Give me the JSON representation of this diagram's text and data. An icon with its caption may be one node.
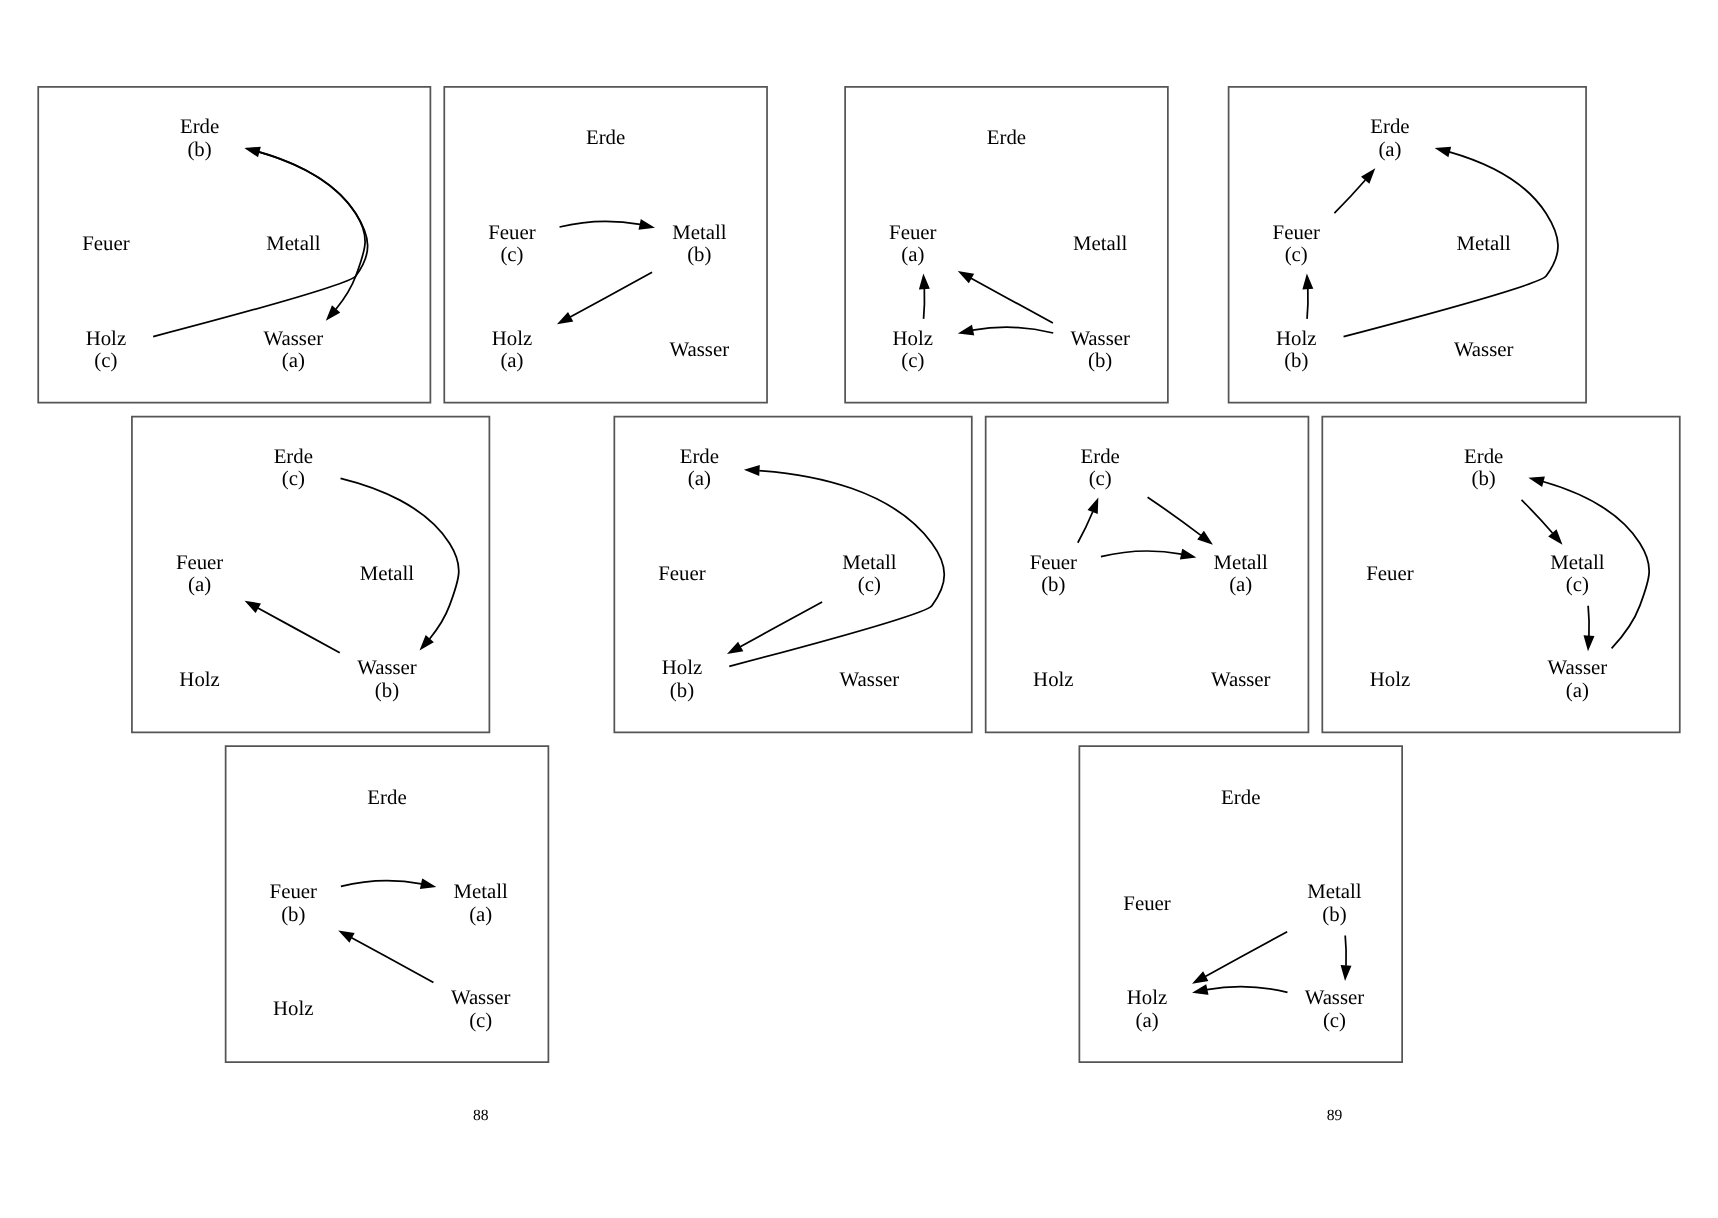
{
  "diagram": {
    "nodes": [
      {
        "text": [],
        "shape": "box"
      },
      {
        "text": [
          "Erde"
        ],
        "in": 0,
        "beside": [
          "(b)"
        ]
      },
      {
        "text": [
          "Feuer"
        ],
        "in": 0
      },
      {
        "text": [
          "Metall"
        ],
        "in": 0
      },
      {
        "text": [
          "Holz"
        ],
        "in": 0,
        "beside": [
          "(c)"
        ]
      },
      {
        "text": [
          "Wasser"
        ],
        "in": 0,
        "beside": [
          "(a)"
        ]
      },
      {
        "text": [],
        "shape": "box"
      },
      {
        "text": [
          "Erde"
        ],
        "in": 6
      },
      {
        "text": [
          "Feuer"
        ],
        "in": 6,
        "beside": [
          "(c)"
        ]
      },
      {
        "text": [
          "Metall"
        ],
        "in": 6,
        "beside": [
          "(b)"
        ]
      },
      {
        "text": [
          "Holz"
        ],
        "in": 6,
        "beside": [
          "(a)"
        ]
      },
      {
        "text": [
          "Wasser"
        ],
        "in": 6
      },
      {
        "text": [],
        "shape": "box"
      },
      {
        "text": [
          "Erde"
        ],
        "in": 12,
        "beside": [
          "(c)"
        ]
      },
      {
        "text": [
          "Feuer"
        ],
        "in": 12,
        "beside": [
          "(a)"
        ]
      },
      {
        "text": [
          "Metall"
        ],
        "in": 12
      },
      {
        "text": [
          "Holz"
        ],
        "in": 12
      },
      {
        "text": [
          "Wasser"
        ],
        "in": 12,
        "beside": [
          "(b)"
        ]
      },
      {
        "text": [],
        "shape": "box"
      },
      {
        "text": [
          "Erde"
        ],
        "in": 18,
        "beside": [
          "(a)"
        ]
      },
      {
        "text": [
          "Feuer"
        ],
        "in": 18
      },
      {
        "text": [
          "Metall"
        ],
        "in": 18,
        "beside": [
          "(c)"
        ]
      },
      {
        "text": [
          "Holz"
        ],
        "in": 18,
        "beside": [
          "(b)"
        ]
      },
      {
        "text": [
          "Wasser"
        ],
        "in": 18
      },
      {
        "text": [],
        "shape": "box"
      },
      {
        "text": [
          "Erde"
        ],
        "in": 24
      },
      {
        "text": [
          "Feuer"
        ],
        "in": 24,
        "beside": [
          "(b)"
        ]
      },
      {
        "text": [
          "Metall"
        ],
        "in": 24,
        "beside": [
          "(a)"
        ]
      },
      {
        "text": [
          "Holz"
        ],
        "in": 24
      },
      {
        "text": [
          "Wasser"
        ],
        "in": 24,
        "beside": [
          "(c)"
        ]
      },
      {
        "text": [],
        "shape": "box"
      },
      {
        "text": [
          "Erde"
        ],
        "in": 30
      },
      {
        "text": [
          "Feuer"
        ],
        "in": 30,
        "beside": [
          "(a)"
        ]
      },
      {
        "text": [
          "Metall"
        ],
        "in": 30
      },
      {
        "text": [
          "Holz"
        ],
        "in": 30,
        "beside": [
          "(c)"
        ]
      },
      {
        "text": [
          "Wasser"
        ],
        "in": 30,
        "beside": [
          "(b)"
        ]
      },
      {
        "text": [],
        "shape": "box"
      },
      {
        "text": [
          "Erde"
        ],
        "in": 36,
        "beside": [
          "(a)"
        ]
      },
      {
        "text": [
          "Feuer"
        ],
        "in": 36,
        "beside": [
          "(c)"
        ]
      },
      {
        "text": [
          "Metall"
        ],
        "in": 36
      },
      {
        "text": [
          "Holz"
        ],
        "in": 36,
        "beside": [
          "(b)"
        ]
      },
      {
        "text": [
          "Wasser"
        ],
        "in": 36
      },
      {
        "text": [],
        "shape": "box"
      },
      {
        "text": [
          "Erde"
        ],
        "in": 42,
        "beside": [
          "(c)"
        ]
      },
      {
        "text": [
          "Feuer"
        ],
        "in": 42,
        "beside": [
          "(b)"
        ]
      },
      {
        "text": [
          "Metall"
        ],
        "in": 42,
        "beside": [
          "(a)"
        ]
      },
      {
        "text": [
          "Holz"
        ],
        "in": 42
      },
      {
        "text": [
          "Wasser"
        ],
        "in": 42
      },
      {
        "text": [],
        "shape": "box"
      },
      {
        "text": [
          "Erde"
        ],
        "in": 48,
        "beside": [
          "(b)"
        ]
      },
      {
        "text": [
          "Feuer"
        ],
        "in": 48
      },
      {
        "text": [
          "Metall"
        ],
        "in": 48,
        "beside": [
          "(c)"
        ]
      },
      {
        "text": [
          "Holz"
        ],
        "in": 48
      },
      {
        "text": [
          "Wasser"
        ],
        "in": 48,
        "beside": [
          "(a)"
        ]
      },
      {
        "text": [],
        "shape": "box"
      },
      {
        "text": [
          "Erde"
        ],
        "in": 54
      },
      {
        "text": [
          "Feuer"
        ],
        "in": 54
      },
      {
        "text": [
          "Metall"
        ],
        "in": 54,
        "beside": [
          "(b)"
        ]
      },
      {
        "text": [
          "Holz"
        ],
        "in": 54,
        "beside": [
          "(a)"
        ]
      },
      {
        "text": [
          "Wasser"
        ],
        "in": 54,
        "beside": [
          "(c)"
        ]
      }
    ],
    "edges": [
      {
        "from": 4,
        "to": 1,
        "arrow": "to"
      },
      {
        "from": 1,
        "to": 5,
        "arrow": "to"
      },
      {
        "from": 8,
        "to": 9,
        "arrow": "to"
      },
      {
        "from": 9,
        "to": 10,
        "arrow": "to"
      },
      {
        "from": 13,
        "to": 17,
        "arrow": "to"
      },
      {
        "from": 17,
        "to": 14,
        "arrow": "to"
      },
      {
        "from": 22,
        "to": 19,
        "arrow": "to"
      },
      {
        "from": 21,
        "to": 22,
        "arrow": "to"
      },
      {
        "from": 26,
        "to": 27,
        "arrow": "to"
      },
      {
        "from": 29,
        "to": 26,
        "arrow": "to"
      },
      {
        "from": 34,
        "to": 32,
        "arrow": "to"
      },
      {
        "from": 35,
        "to": 32,
        "arrow": "to"
      },
      {
        "from": 35,
        "to": 34,
        "arrow": "to"
      },
      {
        "from": 38,
        "to": 37,
        "arrow": "to"
      },
      {
        "from": 40,
        "to": 38,
        "arrow": "to"
      },
      {
        "from": 40,
        "to": 37,
        "arrow": "to"
      },
      {
        "from": 44,
        "to": 43,
        "arrow": "to"
      },
      {
        "from": 43,
        "to": 45,
        "arrow": "to"
      },
      {
        "from": 44,
        "to": 45,
        "arrow": "to"
      },
      {
        "from": 49,
        "to": 51,
        "arrow": "to"
      },
      {
        "from": 51,
        "to": 53,
        "arrow": "to"
      },
      {
        "from": 53,
        "to": 49,
        "arrow": "to"
      },
      {
        "from": 57,
        "to": 58,
        "arrow": "to"
      },
      {
        "from": 57,
        "to": 59,
        "arrow": "to"
      },
      {
        "from": 59,
        "to": 58,
        "arrow": "to"
      }
    ],
    "labels": [
      "88",
      "89"
    ]
  }
}
